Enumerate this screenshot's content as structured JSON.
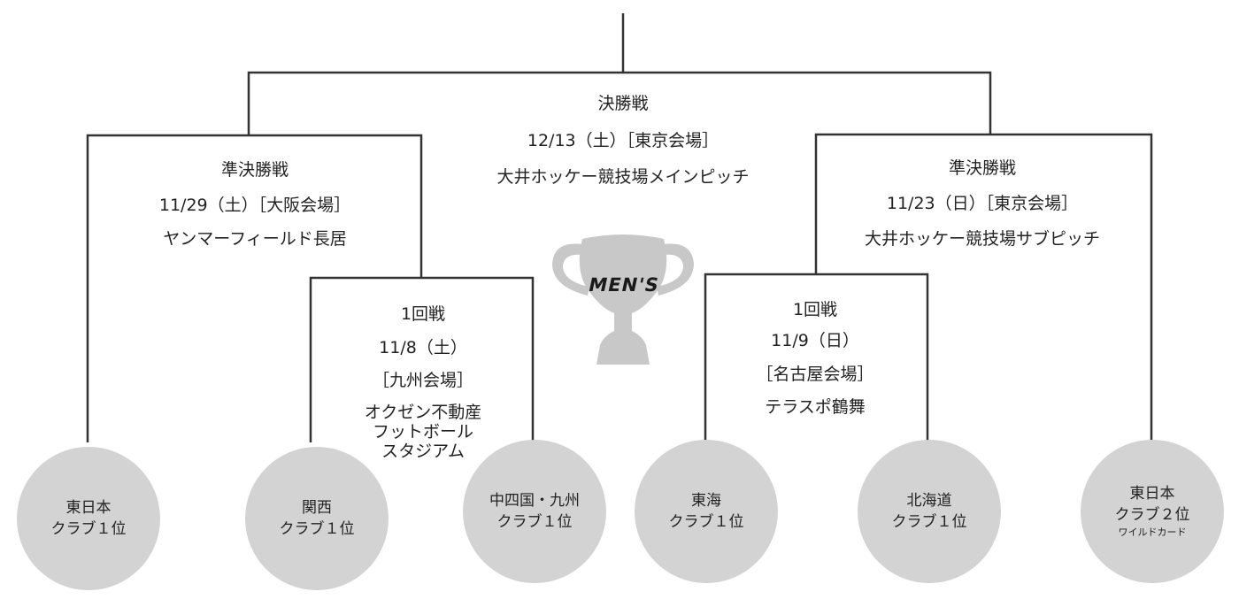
{
  "final": {
    "round": "決勝戦",
    "date": "12/13（土）［東京会場］",
    "venue": "大井ホッケー競技場メインピッチ"
  },
  "semifinal_left": {
    "round": "準決勝戦",
    "date": "11/29（土）［大阪会場］",
    "venue": "ヤンマーフィールド長居"
  },
  "semifinal_right": {
    "round": "準決勝戦",
    "date": "11/23（日）［東京会場］",
    "venue": "大井ホッケー競技場サブピッチ"
  },
  "round1_left": {
    "round": "1回戦",
    "date": "11/8（土）",
    "area": "［九州会場］",
    "venue_lines": [
      "オクゼン不動産",
      "フットボール",
      "スタジアム"
    ]
  },
  "round1_right": {
    "round": "1回戦",
    "date": "11/9（日）",
    "area": "［名古屋会場］",
    "venue": "テラスポ鶴舞"
  },
  "logo": {
    "text": "MEN'S"
  },
  "teams": [
    {
      "region": "東日本",
      "rank": "クラブ１位"
    },
    {
      "region": "関西",
      "rank": "クラブ１位"
    },
    {
      "region": "中四国・九州",
      "rank": "クラブ１位"
    },
    {
      "region": "東海",
      "rank": "クラブ１位"
    },
    {
      "region": "北海道",
      "rank": "クラブ１位"
    },
    {
      "region": "東日本",
      "rank": "クラブ２位",
      "note": "ワイルドカード"
    }
  ]
}
